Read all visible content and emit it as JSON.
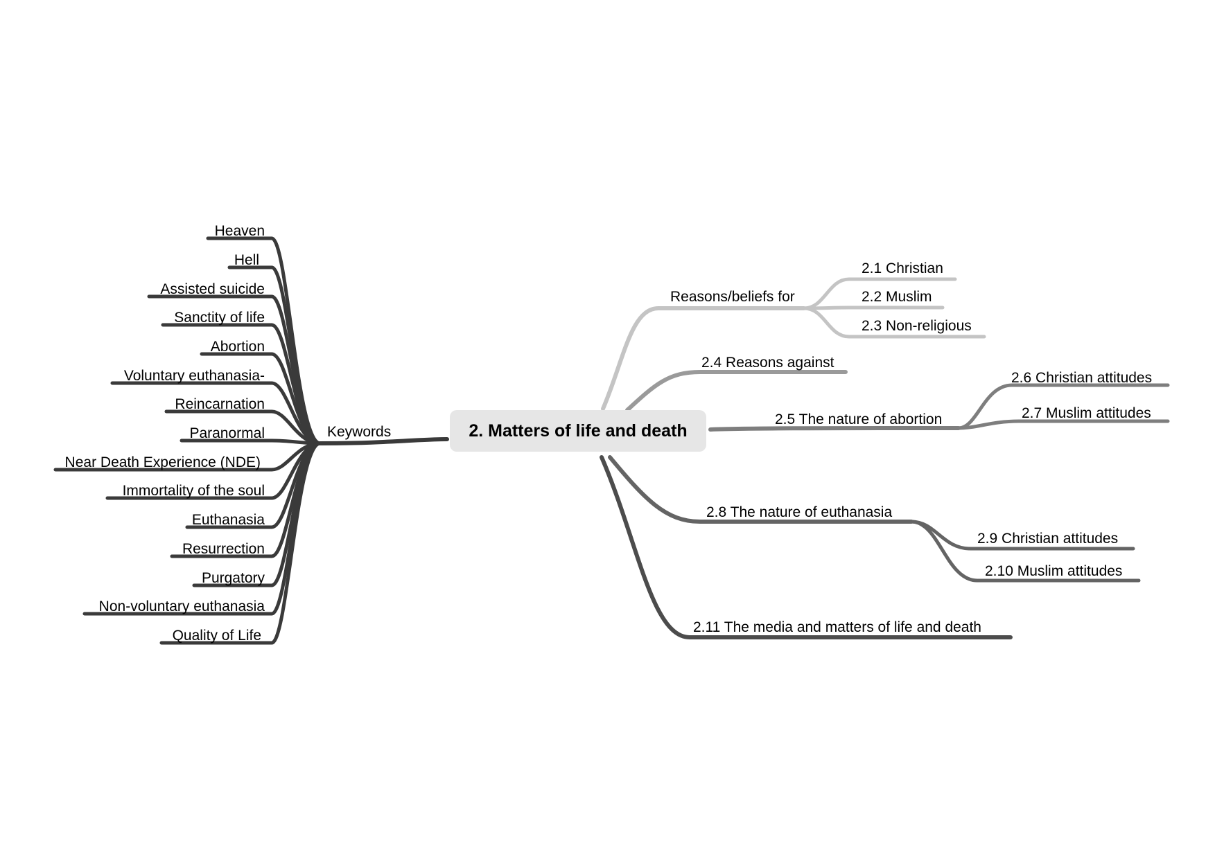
{
  "central_topic": "2. Matters of life and death",
  "colors": {
    "keywords_branch": "#3a3a3a",
    "reasons_for_branch": "#c4c4c4",
    "reasons_against_branch": "#9a9a9a",
    "abortion_branch": "#7e7e7e",
    "euthanasia_branch": "#646464",
    "media_branch": "#4c4c4c",
    "center_fill": "#e6e6e6"
  },
  "keywords": {
    "label": "Keywords",
    "items": [
      "Heaven",
      "Hell",
      "Assisted suicide",
      "Sanctity of life",
      "Abortion",
      "Voluntary euthanasia-",
      "Reincarnation",
      "Paranormal",
      "Near Death Experience (NDE)",
      "Immortality of the soul",
      "Euthanasia",
      "Resurrection",
      "Purgatory",
      "Non-voluntary euthanasia",
      "Quality of Life"
    ]
  },
  "right_branches": {
    "reasons_for": {
      "label": "Reasons/beliefs for",
      "children": [
        "2.1 Christian",
        "2.2 Muslim",
        "2.3 Non-religious"
      ]
    },
    "reasons_against": {
      "label": "2.4 Reasons against"
    },
    "abortion": {
      "label": "2.5 The nature of abortion",
      "children": [
        "2.6 Christian attitudes",
        "2.7 Muslim attitudes"
      ]
    },
    "euthanasia": {
      "label": "2.8 The nature of euthanasia",
      "children": [
        "2.9 Christian attitudes",
        "2.10 Muslim attitudes"
      ]
    },
    "media": {
      "label": "2.11 The media and matters of life and death"
    }
  }
}
